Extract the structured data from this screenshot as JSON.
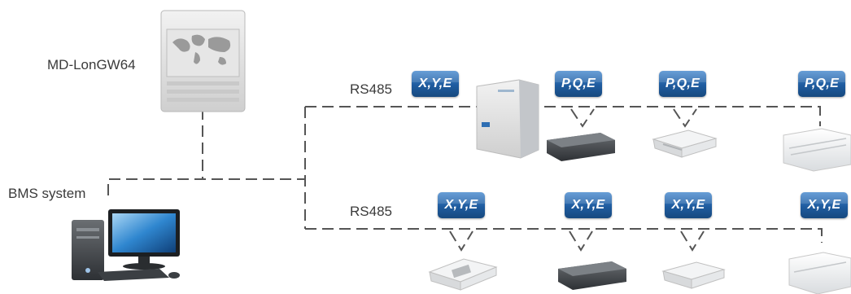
{
  "labels": {
    "gateway": "MD-LonGW64",
    "bms": "BMS system",
    "bus_top": "RS485",
    "bus_bottom": "RS485"
  },
  "badges": {
    "top": [
      "X,Y,E",
      "P,Q,E",
      "P,Q,E",
      "P,Q,E"
    ],
    "bottom": [
      "X,Y,E",
      "X,Y,E",
      "X,Y,E",
      "X,Y,E"
    ]
  },
  "colors": {
    "badge_blue": "#1f5c9f",
    "line": "#555555",
    "text": "#3a3a3a"
  },
  "icons": {
    "gateway": "gateway-device-icon",
    "bms": "computer-workstation-icon",
    "outdoor": "outdoor-unit-icon",
    "duct": "ducted-unit-icon",
    "cassette": "cassette-unit-icon",
    "ceiling": "ceiling-floor-unit-icon"
  }
}
